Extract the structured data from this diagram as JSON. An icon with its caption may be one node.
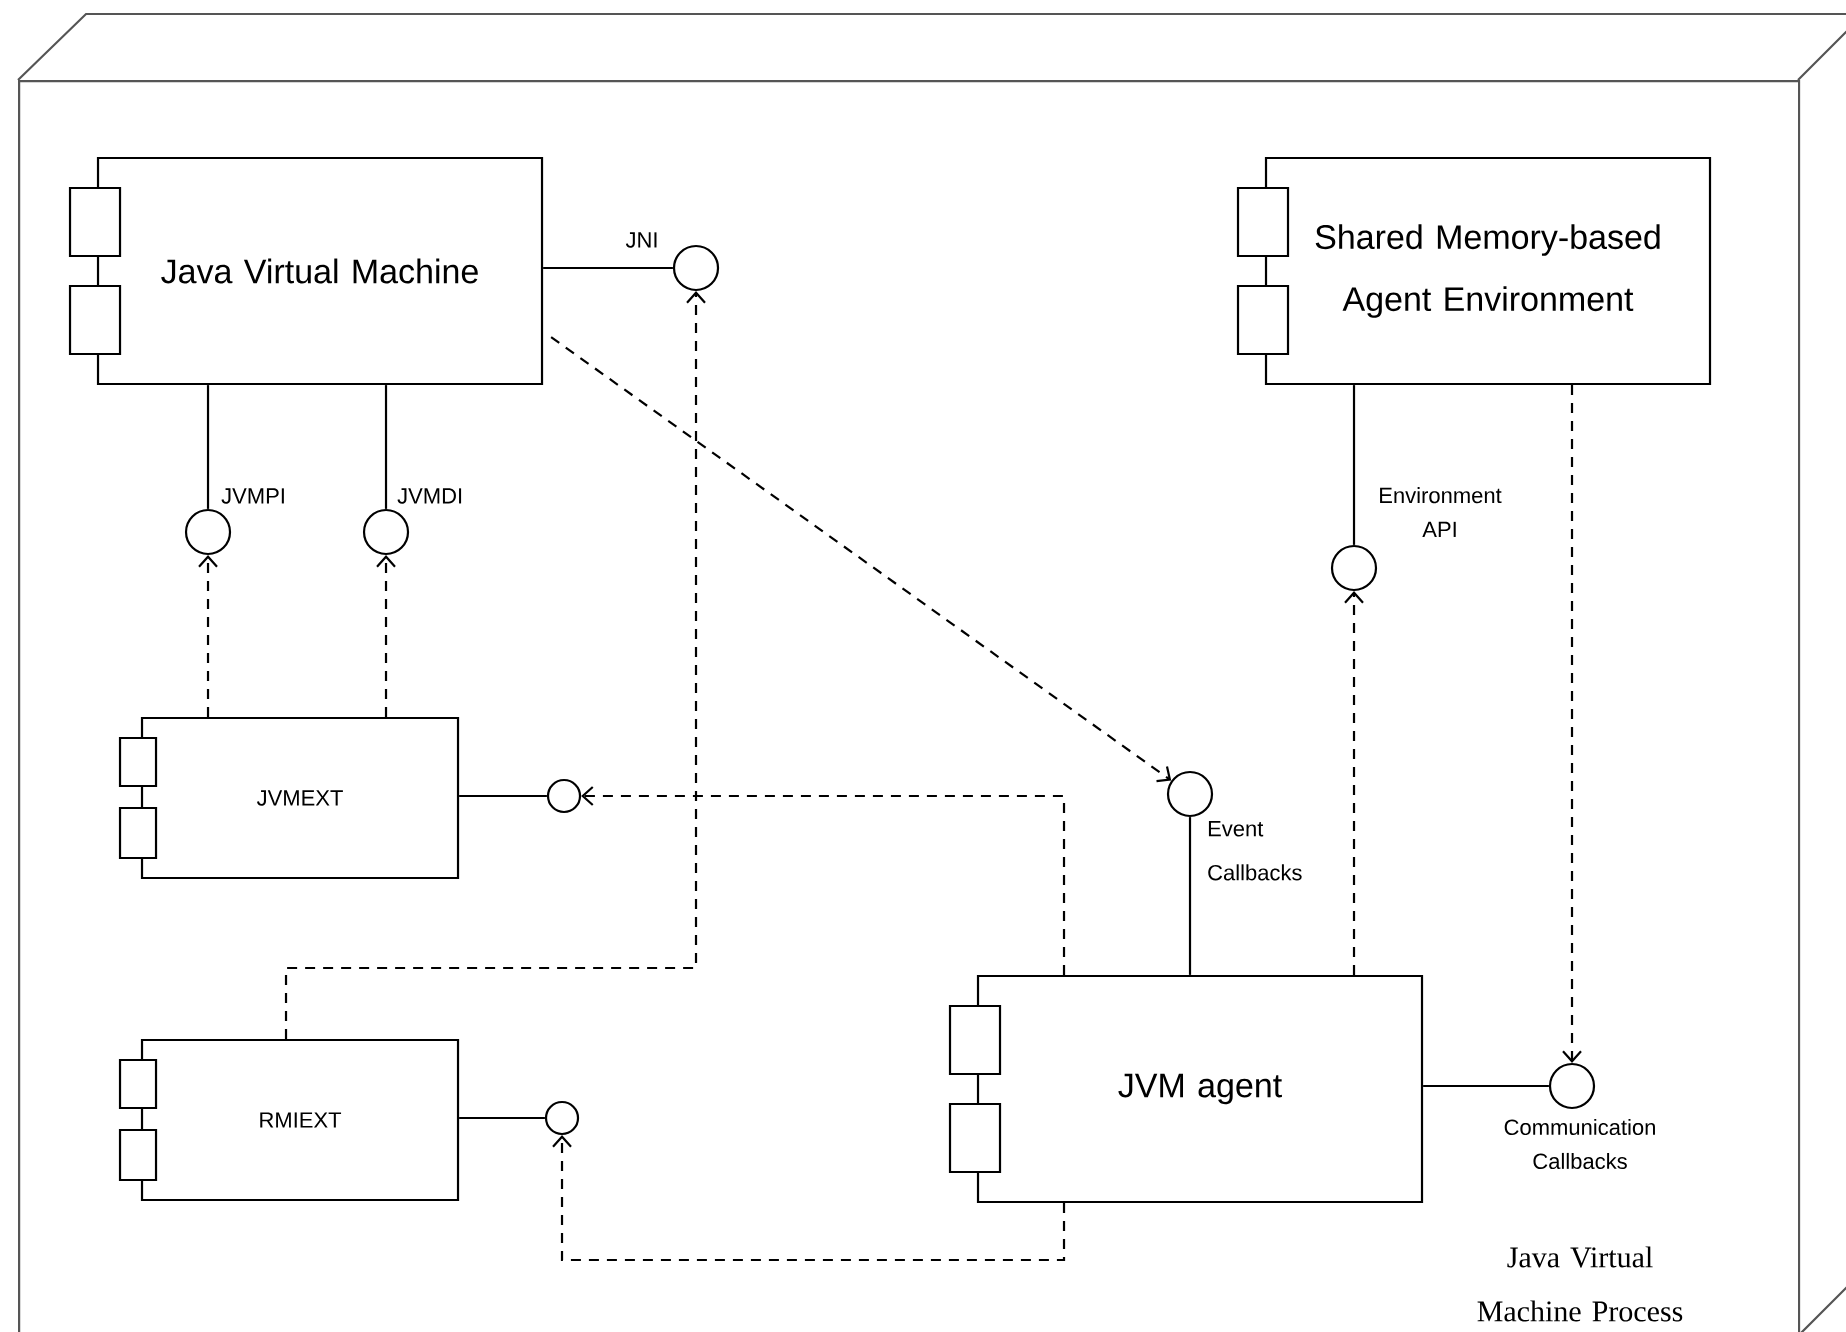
{
  "diagram": {
    "nodes": [
      {
        "text": [
          "Java Virtual Machine Process"
        ]
      },
      {
        "text": [
          "Java Virtual Machine"
        ],
        "in": 0
      },
      {
        "text": [],
        "shape": "circle",
        "beside": [
          "JNI"
        ],
        "in": 0
      },
      {
        "text": [
          "Shared Memory-based Agent Environment"
        ],
        "in": 0
      },
      {
        "text": [],
        "shape": "circle",
        "beside": [
          "JVMPI"
        ],
        "in": 0
      },
      {
        "text": [],
        "shape": "circle",
        "beside": [
          "JVMDI"
        ],
        "in": 0
      },
      {
        "text": [],
        "shape": "circle",
        "beside": [
          "Environment API"
        ],
        "in": 0
      },
      {
        "text": [
          "JVMEXT"
        ],
        "in": 0
      },
      {
        "text": [],
        "shape": "circle",
        "in": 0
      },
      {
        "text": [],
        "shape": "circle",
        "beside": [
          "Event Callbacks"
        ],
        "in": 0
      },
      {
        "text": [
          "RMIEXT"
        ],
        "in": 0
      },
      {
        "text": [],
        "shape": "circle",
        "in": 0
      },
      {
        "text": [
          "JVM agent"
        ],
        "in": 0
      },
      {
        "text": [],
        "shape": "circle",
        "beside": [
          "Communication Callbacks"
        ],
        "in": 0
      }
    ],
    "edges": [
      {
        "from": 1,
        "to": 2,
        "arrow": "none"
      },
      {
        "from": 1,
        "to": 4,
        "arrow": "none"
      },
      {
        "from": 1,
        "to": 5,
        "arrow": "none"
      },
      {
        "from": 3,
        "to": 6,
        "arrow": "none"
      },
      {
        "from": 12,
        "to": 9,
        "arrow": "none"
      },
      {
        "from": 7,
        "to": 8,
        "arrow": "none"
      },
      {
        "from": 10,
        "to": 11,
        "arrow": "none"
      },
      {
        "from": 12,
        "to": 13,
        "arrow": "none"
      },
      {
        "from": 7,
        "to": 4,
        "arrow": "to",
        "style": "dashed"
      },
      {
        "from": 7,
        "to": 5,
        "arrow": "to",
        "style": "dashed"
      },
      {
        "from": 10,
        "to": 2,
        "arrow": "to",
        "style": "dashed"
      },
      {
        "from": 1,
        "to": 9,
        "arrow": "to",
        "style": "dashed"
      },
      {
        "from": 12,
        "to": 8,
        "arrow": "to",
        "style": "dashed"
      },
      {
        "from": 12,
        "to": 11,
        "arrow": "to",
        "style": "dashed"
      },
      {
        "from": 12,
        "to": 6,
        "arrow": "to",
        "style": "dashed"
      },
      {
        "from": 3,
        "to": 13,
        "arrow": "to",
        "style": "dashed"
      }
    ]
  }
}
